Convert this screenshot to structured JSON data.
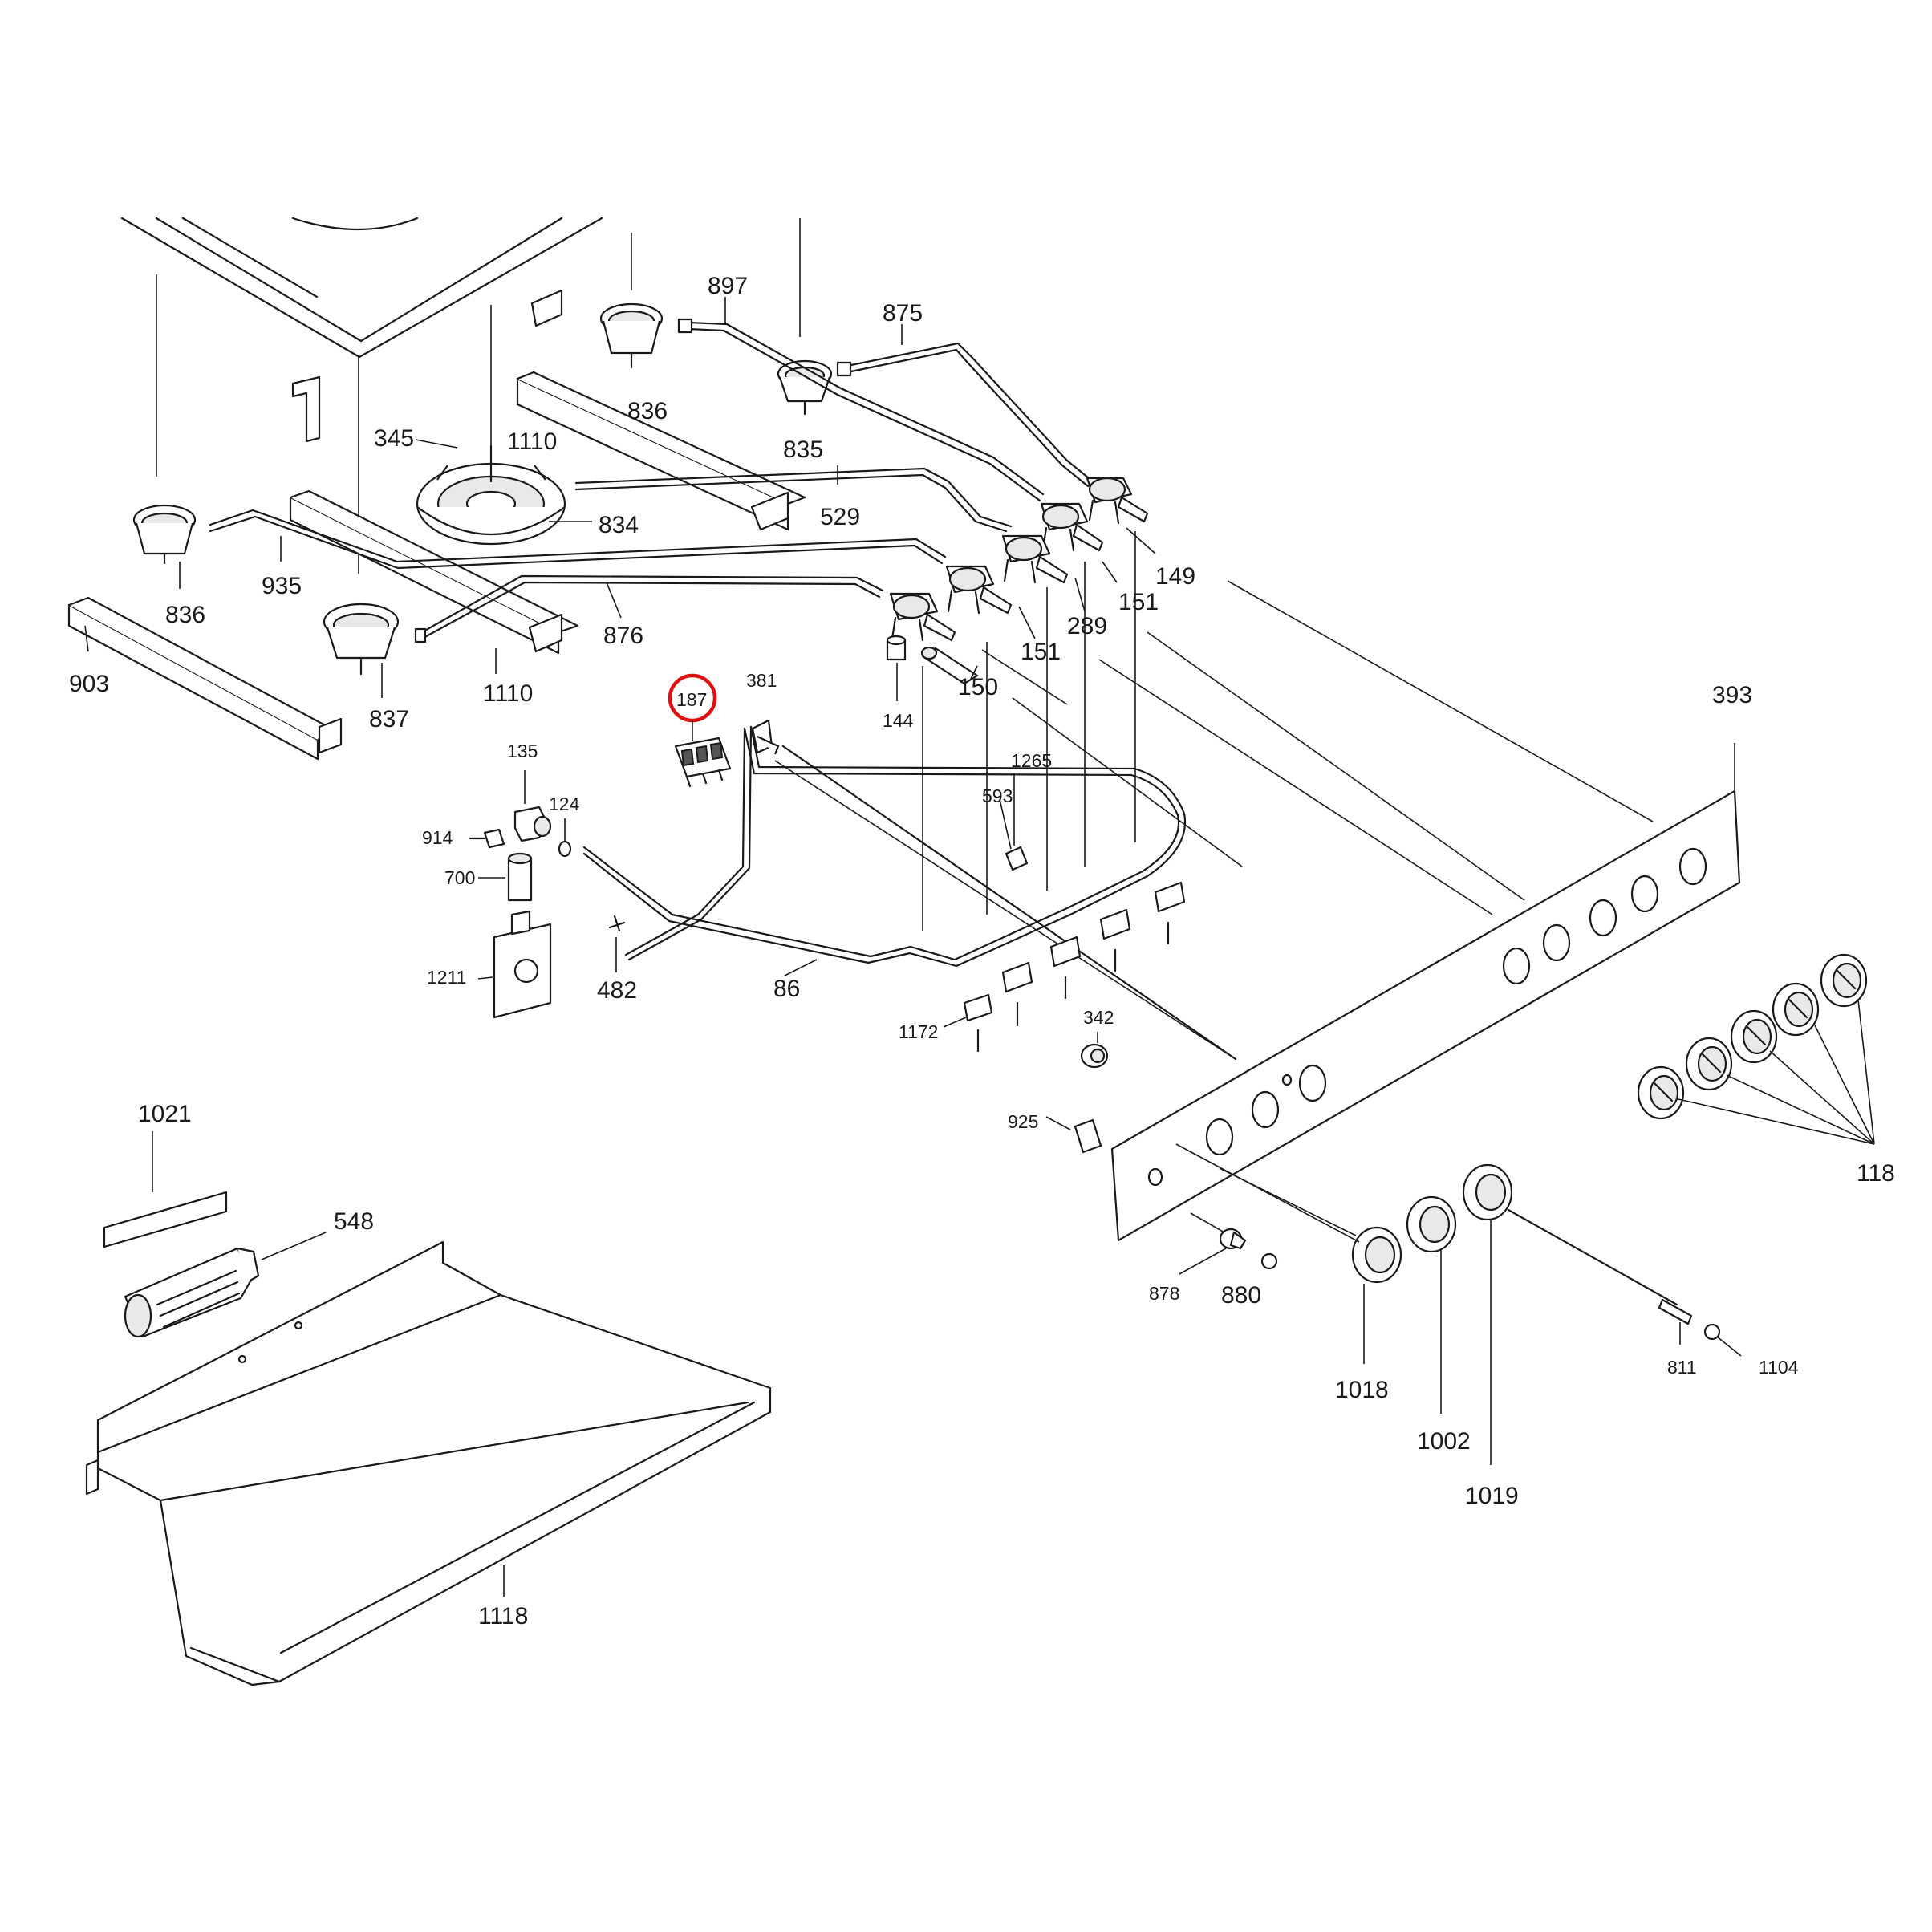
{
  "diagram": {
    "highlight_color": "#e01010",
    "line_color": "#1a1a1a",
    "highlighted_part": "187",
    "labels": {
      "p897": "897",
      "p875": "875",
      "p836a": "836",
      "p835": "835",
      "p345": "345",
      "p1110a": "1110",
      "p834": "834",
      "p529": "529",
      "p149": "149",
      "p151a": "151",
      "p289": "289",
      "p151b": "151",
      "p935": "935",
      "p836b": "836",
      "p876": "876",
      "p903": "903",
      "p1110b": "1110",
      "p837": "837",
      "p150": "150",
      "p144": "144",
      "p187": "187",
      "p381": "381",
      "p393": "393",
      "p135": "135",
      "p124": "124",
      "p914": "914",
      "p700": "700",
      "p1265": "1265",
      "p593": "593",
      "p1211": "1211",
      "p482": "482",
      "p86": "86",
      "p1172": "1172",
      "p342": "342",
      "p925": "925",
      "p118": "118",
      "p1021": "1021",
      "p548": "548",
      "p878": "878",
      "p880": "880",
      "p1018": "1018",
      "p1002": "1002",
      "p1019": "1019",
      "p811": "811",
      "p1104": "1104",
      "p1118": "1118"
    }
  }
}
